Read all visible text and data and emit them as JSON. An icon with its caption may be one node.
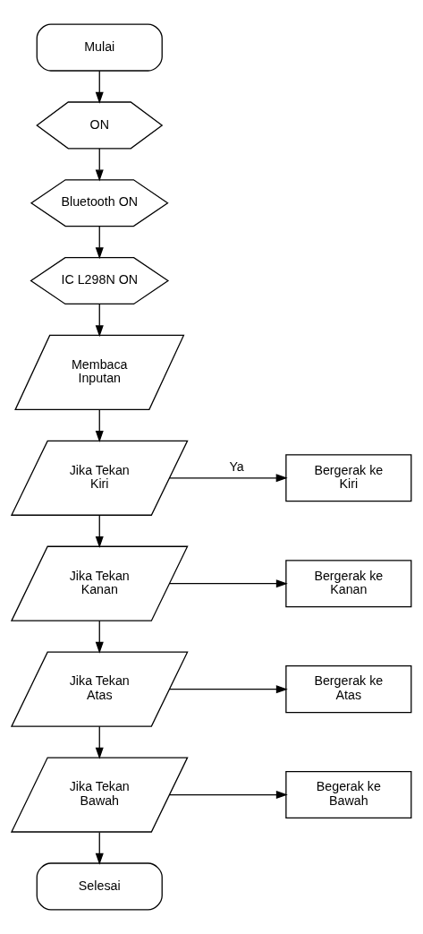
{
  "diagram": {
    "nodes": [
      {
        "text": [
          "Mulai"
        ]
      },
      {
        "text": [
          "ON"
        ]
      },
      {
        "text": [
          "Bluetooth ON"
        ]
      },
      {
        "text": [
          "IC L298N ON"
        ]
      },
      {
        "text": [
          "Membaca Inputan"
        ]
      },
      {
        "text": [
          "Jika Tekan Kiri"
        ]
      },
      {
        "text": [
          "Bergerak ke Kiri"
        ]
      },
      {
        "text": [
          "Jika Tekan Kanan"
        ]
      },
      {
        "text": [
          "Bergerak ke Kanan"
        ]
      },
      {
        "text": [
          "Jika Tekan Atas"
        ]
      },
      {
        "text": [
          "Bergerak ke Atas"
        ]
      },
      {
        "text": [
          "Jika Tekan Bawah"
        ]
      },
      {
        "text": [
          "Begerak ke Bawah"
        ]
      },
      {
        "text": [
          "Selesai"
        ]
      }
    ],
    "edges": [
      {
        "from": 0,
        "to": 1,
        "arrow": "to"
      },
      {
        "from": 1,
        "to": 2,
        "arrow": "to"
      },
      {
        "from": 2,
        "to": 3,
        "arrow": "to"
      },
      {
        "from": 3,
        "to": 4,
        "arrow": "to"
      },
      {
        "from": 4,
        "to": 5,
        "arrow": "to"
      },
      {
        "from": 5,
        "to": 6,
        "arrow": "to",
        "label": "Ya"
      },
      {
        "from": 5,
        "to": 7,
        "arrow": "to"
      },
      {
        "from": 7,
        "to": 8,
        "arrow": "to"
      },
      {
        "from": 7,
        "to": 9,
        "arrow": "to"
      },
      {
        "from": 9,
        "to": 10,
        "arrow": "to"
      },
      {
        "from": 9,
        "to": 11,
        "arrow": "to"
      },
      {
        "from": 11,
        "to": 12,
        "arrow": "to"
      },
      {
        "from": 11,
        "to": 13,
        "arrow": "to"
      }
    ]
  }
}
